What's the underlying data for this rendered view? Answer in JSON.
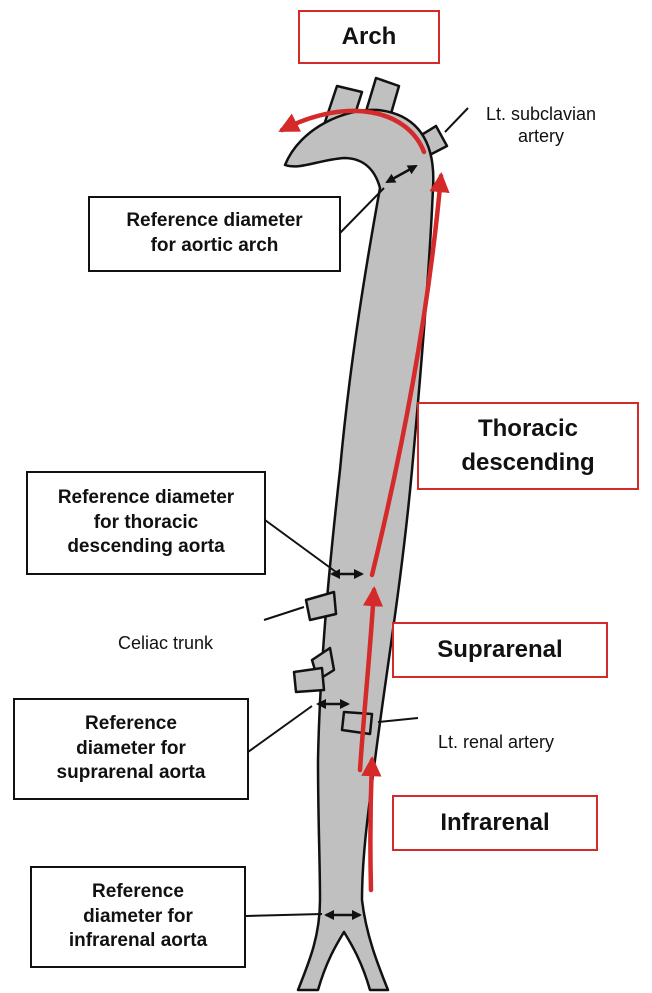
{
  "colors": {
    "aorta_fill": "#c0c0c0",
    "outline": "#111111",
    "accent_red": "#d42a2a"
  },
  "regions": {
    "arch": "Arch",
    "thoracic": "Thoracic\ndescending",
    "suprarenal": "Suprarenal",
    "infrarenal": "Infrarenal"
  },
  "references": {
    "arch": "Reference diameter\nfor aortic arch",
    "thoracic": "Reference diameter\nfor thoracic\ndescending aorta",
    "suprarenal": "Reference\ndiameter for\nsuprarenal aorta",
    "infrarenal": "Reference\ndiameter for\ninfrarenal aorta"
  },
  "branches": {
    "subclavian": "Lt. subclavian\nartery",
    "celiac": "Celiac trunk",
    "renal": "Lt. renal artery"
  }
}
